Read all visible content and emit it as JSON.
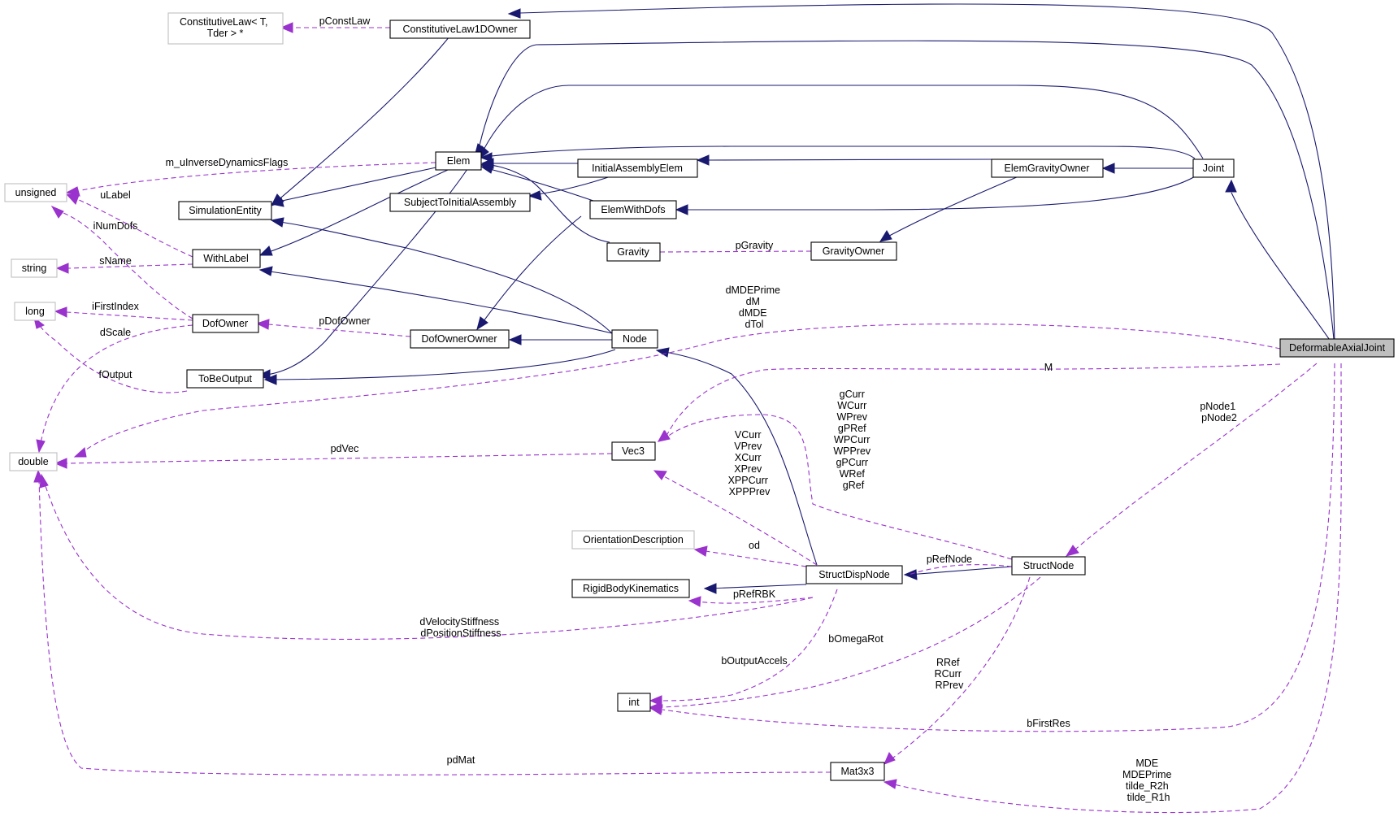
{
  "nodes": {
    "deformableaxialjoint": "DeformableAxialJoint",
    "constitutivelaw": [
      "ConstitutiveLaw< T,",
      "Tder > *"
    ],
    "constitutivelaw1downer": "ConstitutiveLaw1DOwner",
    "elem": "Elem",
    "joint": "Joint",
    "initialassemblyelem": "InitialAssemblyElem",
    "elemgravityowner": "ElemGravityOwner",
    "unsigned": "unsigned",
    "simulationentity": "SimulationEntity",
    "subjecttoinitialassembly": "SubjectToInitialAssembly",
    "elemwithdofs": "ElemWithDofs",
    "string": "string",
    "withlabel": "WithLabel",
    "gravity": "Gravity",
    "gravityowner": "GravityOwner",
    "long": "long",
    "dofowner": "DofOwner",
    "dofownerowner": "DofOwnerOwner",
    "node": "Node",
    "tobeoutput": "ToBeOutput",
    "double": "double",
    "vec3": "Vec3",
    "orientationdescription": "OrientationDescription",
    "structdispnode": "StructDispNode",
    "structnode": "StructNode",
    "rigidbodykinematics": "RigidBodyKinematics",
    "int": "int",
    "mat3x3": "Mat3x3"
  },
  "edge_labels": {
    "pconstlaw": [
      "pConstLaw"
    ],
    "m_uinversedynamicsflags": [
      "m_uInverseDynamicsFlags"
    ],
    "ulabel": [
      "uLabel"
    ],
    "inumdofs": [
      "iNumDofs"
    ],
    "sname": [
      "sName"
    ],
    "pgravity": [
      "pGravity"
    ],
    "ifirstindex": [
      "iFirstIndex"
    ],
    "pdofowner": [
      "pDofOwner"
    ],
    "dscale": [
      "dScale"
    ],
    "foutput": [
      "fOutput"
    ],
    "dmde_group": [
      "dMDEPrime",
      "dM",
      "dMDE",
      "dTol"
    ],
    "m": [
      "M"
    ],
    "pnode_group": [
      "pNode1",
      "pNode2"
    ],
    "g_group": [
      "gCurr",
      "WCurr",
      "WPrev",
      "gPRef",
      "WPCurr",
      "WPPrev",
      "gPCurr",
      "WRef",
      "gRef"
    ],
    "v_group": [
      "VCurr",
      "VPrev",
      "XCurr",
      "XPrev",
      "XPPCurr",
      "XPPPrev"
    ],
    "pdvec": [
      "pdVec"
    ],
    "od": [
      "od"
    ],
    "prefnode": [
      "pRefNode"
    ],
    "prefrbk": [
      "pRefRBK"
    ],
    "stiffness": [
      "dVelocityStiffness",
      "dPositionStiffness"
    ],
    "bomegarot": [
      "bOmegaRot"
    ],
    "boutputaccels": [
      "bOutputAccels"
    ],
    "r_group": [
      "RRef",
      "RCurr",
      "RPrev"
    ],
    "bfirstres": [
      "bFirstRes"
    ],
    "pdmat": [
      "pdMat"
    ],
    "mde_group": [
      "MDE",
      "MDEPrime",
      "tilde_R2h",
      "tilde_R1h"
    ]
  },
  "colors": {
    "inheritance": "#191970",
    "usage": "#9a32cd",
    "focus_fill": "#bfbfbf",
    "external_border": "#bfbfbf"
  }
}
